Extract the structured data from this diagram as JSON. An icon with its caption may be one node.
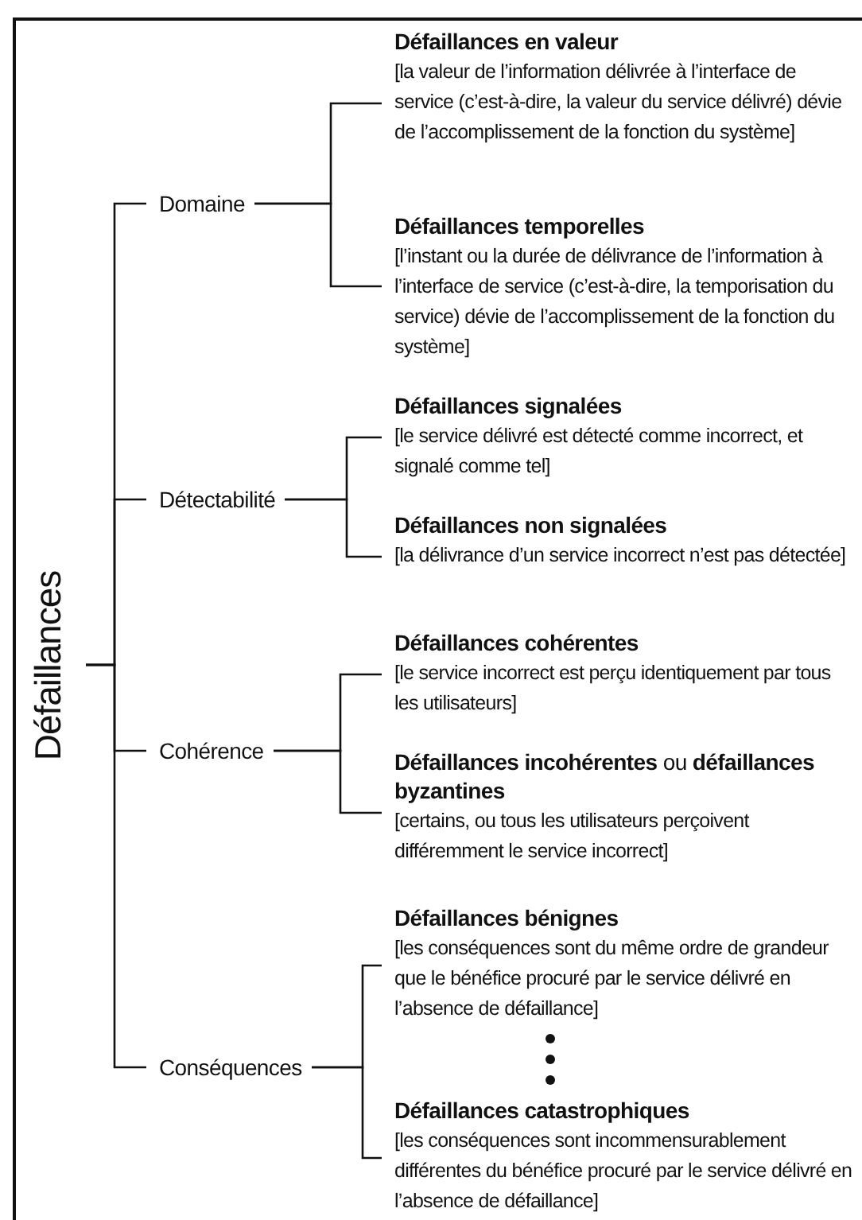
{
  "diagram": {
    "nodes": [
      {
        "text": [
          "Défaillances"
        ]
      },
      {
        "text": [
          "Domaine"
        ]
      },
      {
        "text": [
          "Détectabilité"
        ]
      },
      {
        "text": [
          "Cohérence"
        ]
      },
      {
        "text": [
          "Conséquences"
        ]
      },
      {
        "text": [
          "Défaillances en valeur",
          "[la valeur de l’information délivrée à l’interface de service (c’est-à-dire, la valeur du service délivré) dévie de l’accomplissement de la fonction du système]"
        ]
      },
      {
        "text": [
          "Défaillances temporelles",
          "[l’instant ou la durée de délivrance de l’information à l’interface de service (c’est-à-dire, la temporisation du service) dévie de l’accomplissement de la fonction du système]"
        ]
      },
      {
        "text": [
          "Défaillances signalées",
          "[le service délivré est détecté comme incorrect, et signalé comme tel]"
        ]
      },
      {
        "text": [
          "Défaillances non signalées",
          "[la délivrance d’un service incorrect n’est pas détectée]"
        ]
      },
      {
        "text": [
          "Défaillances cohérentes",
          "[le service incorrect est perçu identiquement par tous les utilisateurs]"
        ]
      },
      {
        "text": [
          "**Défaillances incohérentes** ou **défaillances byzantines**",
          "[certains, ou tous les utilisateurs perçoivent différemment le service incorrect]"
        ]
      },
      {
        "text": [
          "Défaillances bénignes",
          "[les conséquences sont du même ordre de grandeur que le bénéfice procuré par le service délivré en l’absence de défaillance]"
        ]
      },
      {
        "text": [
          "Défaillances catastrophiques",
          "[les conséquences sont incommensurablement différentes du bénéfice procuré par le service délivré en l’absence de défaillance]"
        ]
      }
    ],
    "edges": [
      {
        "from": 0,
        "to": 1,
        "arrow": "none"
      },
      {
        "from": 0,
        "to": 2,
        "arrow": "none"
      },
      {
        "from": 0,
        "to": 3,
        "arrow": "none"
      },
      {
        "from": 0,
        "to": 4,
        "arrow": "none"
      },
      {
        "from": 1,
        "to": 5,
        "arrow": "none"
      },
      {
        "from": 1,
        "to": 6,
        "arrow": "none"
      },
      {
        "from": 2,
        "to": 7,
        "arrow": "none"
      },
      {
        "from": 2,
        "to": 8,
        "arrow": "none"
      },
      {
        "from": 3,
        "to": 9,
        "arrow": "none"
      },
      {
        "from": 3,
        "to": 10,
        "arrow": "none"
      },
      {
        "from": 4,
        "to": 11,
        "arrow": "none"
      },
      {
        "from": 4,
        "to": 12,
        "arrow": "none"
      }
    ]
  }
}
